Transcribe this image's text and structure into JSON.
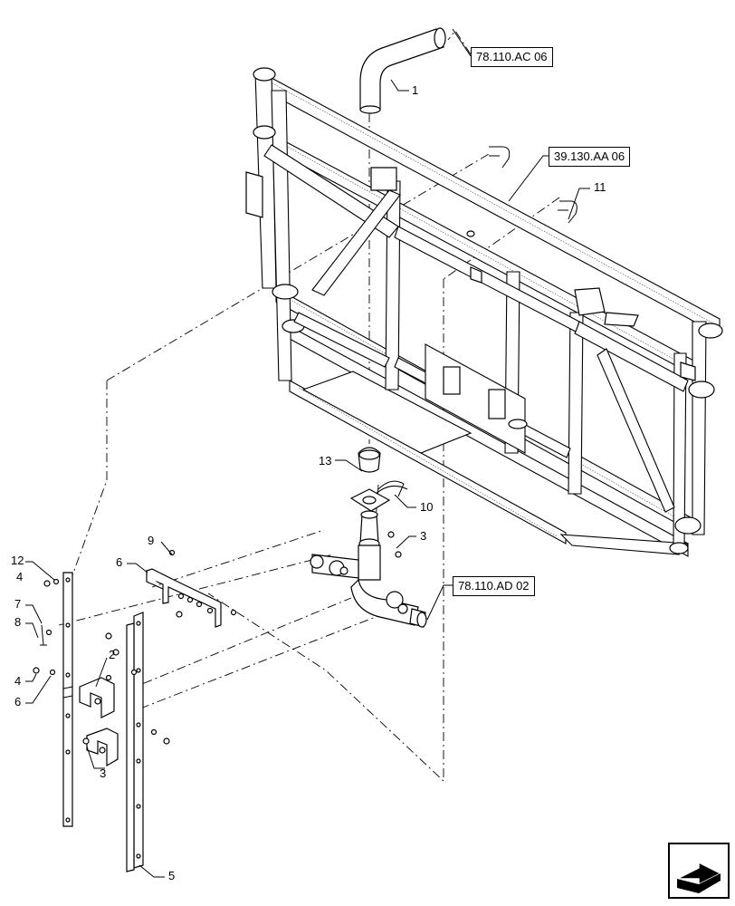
{
  "references": {
    "ref_top": "78.110.AC 06",
    "ref_frame": "39.130.AA 06",
    "ref_valve": "78.110.AD 02"
  },
  "callouts": {
    "c1": "1",
    "c11": "11",
    "c13": "13",
    "c10": "10",
    "c3a": "3",
    "c9": "9",
    "c6a": "6",
    "c12": "12",
    "c4a": "4",
    "c7": "7",
    "c8": "8",
    "c2": "2",
    "c4b": "4",
    "c6b": "6",
    "c3b": "3",
    "c5": "5"
  },
  "icons": {
    "navigation": "next-page-arrow-icon"
  }
}
